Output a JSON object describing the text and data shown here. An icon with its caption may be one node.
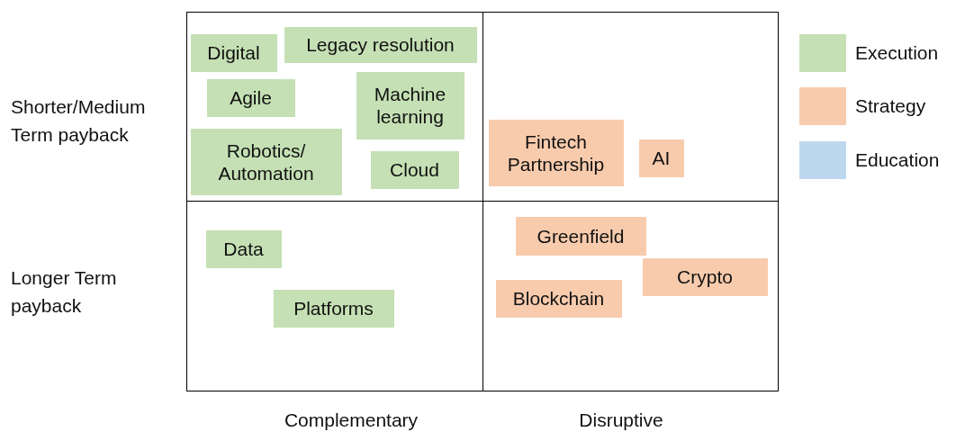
{
  "diagram": {
    "nodes": [
      {
        "text": [],
        "shape": "box"
      },
      {
        "text": [
          "Digital"
        ],
        "in": 0
      },
      {
        "text": [
          "Legacy resolution"
        ],
        "in": 0
      },
      {
        "text": [
          "Agile"
        ],
        "in": 0
      },
      {
        "text": [
          "Machine learning"
        ],
        "in": 0
      },
      {
        "text": [
          "Robotics/ Automation"
        ],
        "in": 0
      },
      {
        "text": [
          "Cloud"
        ],
        "in": 0
      },
      {
        "text": [],
        "shape": "box"
      },
      {
        "text": [
          "Fintech Partnership"
        ],
        "in": 7
      },
      {
        "text": [
          "AI"
        ],
        "in": 7
      },
      {
        "text": [],
        "shape": "box"
      },
      {
        "text": [
          "Data"
        ],
        "in": 10
      },
      {
        "text": [
          "Platforms"
        ],
        "in": 10
      },
      {
        "text": [],
        "shape": "box"
      },
      {
        "text": [
          "Greenfield"
        ],
        "in": 13
      },
      {
        "text": [
          "Crypto"
        ],
        "in": 13
      },
      {
        "text": [
          "Blockchain"
        ],
        "in": 13
      }
    ],
    "edges": [],
    "labels": [
      "Shorter/Medium Term payback",
      "Longer Term payback",
      "Complementary",
      "Disruptive"
    ],
    "legend": [
      {
        "text": "Execution",
        "color": "#c5e0b4"
      },
      {
        "text": "Strategy",
        "color": "#f8cbad"
      },
      {
        "text": "Education",
        "color": "#bdd7ee"
      }
    ]
  }
}
